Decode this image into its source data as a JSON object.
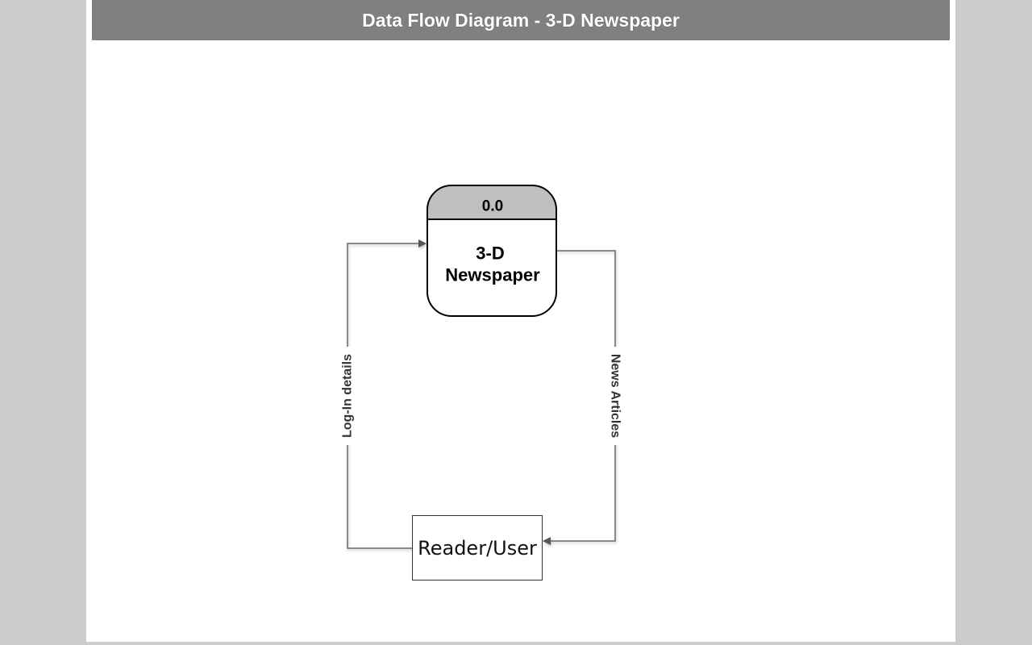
{
  "title": "Data Flow Diagram - 3-D Newspaper",
  "colors": {
    "background": "#cccccc",
    "page": "#ffffff",
    "title_bar": "#808080",
    "title_text": "#ffffff",
    "process_header": "#bfbfbf",
    "stroke": "#000000",
    "flow_line": "#666666"
  },
  "process": {
    "id": "0.0",
    "name_line1": "3-D",
    "name_line2": "Newspaper"
  },
  "entity": {
    "name": "Reader/User"
  },
  "flows": {
    "login": "Log-In details",
    "news": "News Articles"
  }
}
